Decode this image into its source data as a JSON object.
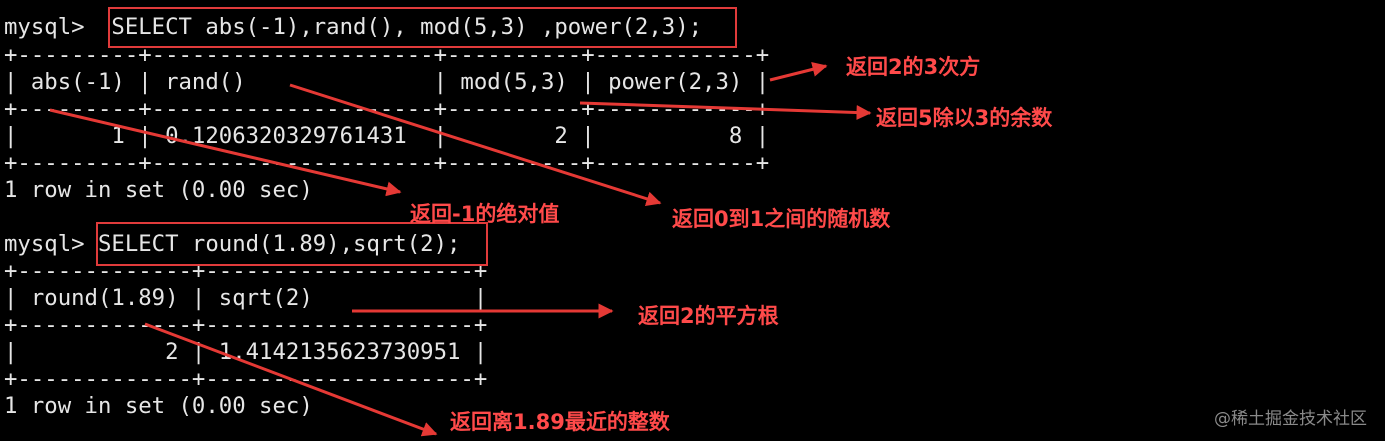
{
  "terminal": {
    "lines": [
      "mysql>  SELECT abs(-1),rand(), mod(5,3) ,power(2,3);",
      "+---------+---------------------+----------+------------+",
      "| abs(-1) | rand()              | mod(5,3) | power(2,3) |",
      "+---------+---------------------+----------+------------+",
      "|       1 | 0.1206320329761431  |        2 |          8 |",
      "+---------+---------------------+----------+------------+",
      "1 row in set (0.00 sec)",
      "",
      "mysql> SELECT round(1.89),sqrt(2);",
      "+-------------+--------------------+",
      "| round(1.89) | sqrt(2)            |",
      "+-------------+--------------------+",
      "|           2 | 1.4142135623730951 |",
      "+-------------+--------------------+",
      "1 row in set (0.00 sec)"
    ]
  },
  "annotations": {
    "power": "返回2的3次方",
    "mod": "返回5除以3的余数",
    "abs": "返回-1的绝对值",
    "rand": "返回0到1之间的随机数",
    "sqrt": "返回2的平方根",
    "round": "返回离1.89最近的整数"
  },
  "watermark": "@稀土掘金技术社区",
  "colors": {
    "background": "#000000",
    "text": "#e6e6e6",
    "annotation": "#ff4a4a",
    "box": "#e03b3b"
  }
}
